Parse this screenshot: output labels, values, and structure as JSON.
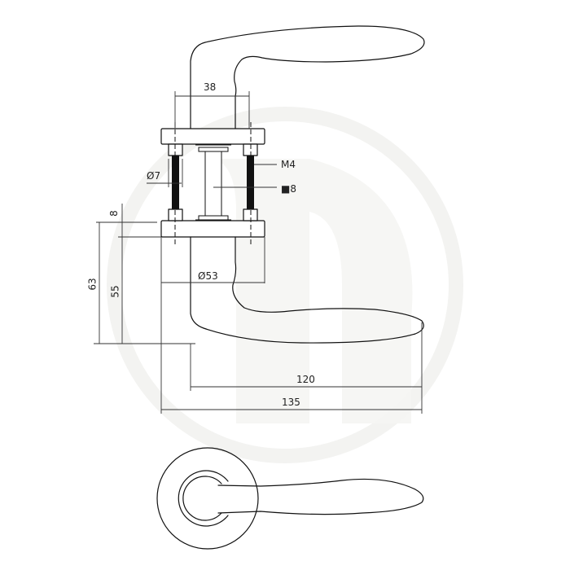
{
  "drawing": {
    "subject": "door lever handle on round rosette",
    "line_color": "#111111",
    "watermark_color": "#f4f4f2",
    "background": "#ffffff"
  },
  "dimensions": {
    "rosette_pitch": "38",
    "bolt_diameter": "Ø7",
    "bolt_thread": "M4",
    "spindle_square": "■8",
    "rosette_thickness": "8",
    "total_height": "63",
    "lever_height": "55",
    "rosette_diameter": "Ø53",
    "lever_projection": "120",
    "total_length": "135"
  }
}
